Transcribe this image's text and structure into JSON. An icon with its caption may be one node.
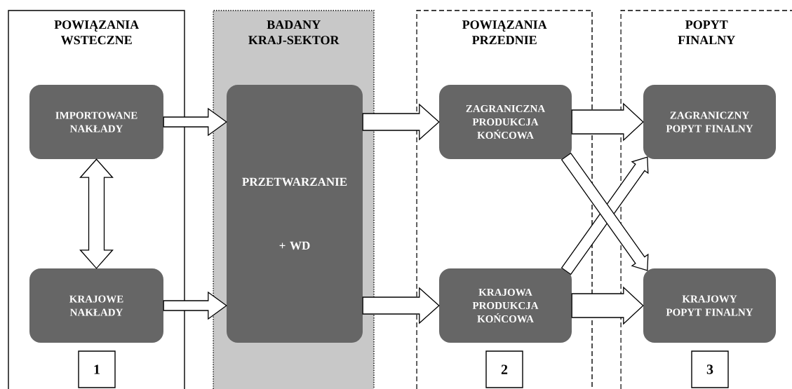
{
  "diagram": {
    "nodes": [
      {
        "text": [
          "POWIĄZANIA WSTECZNE"
        ]
      },
      {
        "text": [
          "IMPORTOWANE NAKŁADY"
        ],
        "in": 0
      },
      {
        "text": [
          "KRAJOWE NAKŁADY"
        ],
        "in": 0
      },
      {
        "text": [
          "1"
        ],
        "in": 0
      },
      {
        "text": [
          "BADANY KRAJ-SEKTOR"
        ]
      },
      {
        "text": [
          "PRZETWARZANIE",
          "+ WD"
        ],
        "in": 4
      },
      {
        "text": [
          "POWIĄZANIA PRZEDNIE"
        ]
      },
      {
        "text": [
          "ZAGRANICZNA PRODUKCJA KOŃCOWA"
        ],
        "in": 6
      },
      {
        "text": [
          "KRAJOWA PRODUKCJA KOŃCOWA"
        ],
        "in": 6
      },
      {
        "text": [
          "2"
        ],
        "in": 6
      },
      {
        "text": [
          "POPYT FINALNY"
        ]
      },
      {
        "text": [
          "ZAGRANICZNY POPYT FINALNY"
        ],
        "in": 10
      },
      {
        "text": [
          "KRAJOWY POPYT FINALNY"
        ],
        "in": 10
      },
      {
        "text": [
          "3"
        ],
        "in": 10
      }
    ],
    "edges": [
      {
        "from": 1,
        "to": 5,
        "arrow": "to"
      },
      {
        "from": 2,
        "to": 5,
        "arrow": "to"
      },
      {
        "from": 1,
        "to": 2,
        "arrow": "both"
      },
      {
        "from": 5,
        "to": 7,
        "arrow": "to"
      },
      {
        "from": 5,
        "to": 8,
        "arrow": "to"
      },
      {
        "from": 7,
        "to": 11,
        "arrow": "to"
      },
      {
        "from": 8,
        "to": 12,
        "arrow": "to"
      },
      {
        "from": 8,
        "to": 11,
        "arrow": "to"
      },
      {
        "from": 7,
        "to": 12,
        "arrow": "to"
      }
    ]
  }
}
